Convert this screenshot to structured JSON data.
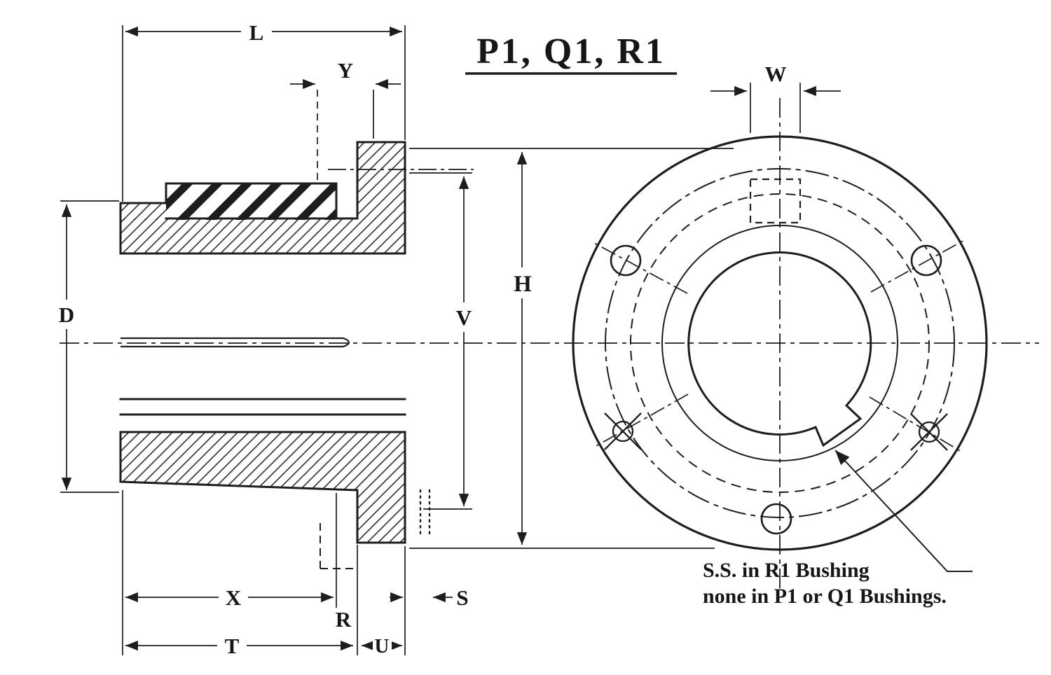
{
  "title": "P1, Q1, R1",
  "labels": {
    "L": "L",
    "Y": "Y",
    "D": "D",
    "V": "V",
    "H": "H",
    "X": "X",
    "R": "R",
    "T": "T",
    "U": "U",
    "S": "S",
    "W": "W"
  },
  "annotation": {
    "line1": "S.S. in R1 Bushing",
    "line2": "none in P1 or Q1 Bushings."
  },
  "colors": {
    "ink": "#1d1d1d",
    "background": "#ffffff"
  }
}
